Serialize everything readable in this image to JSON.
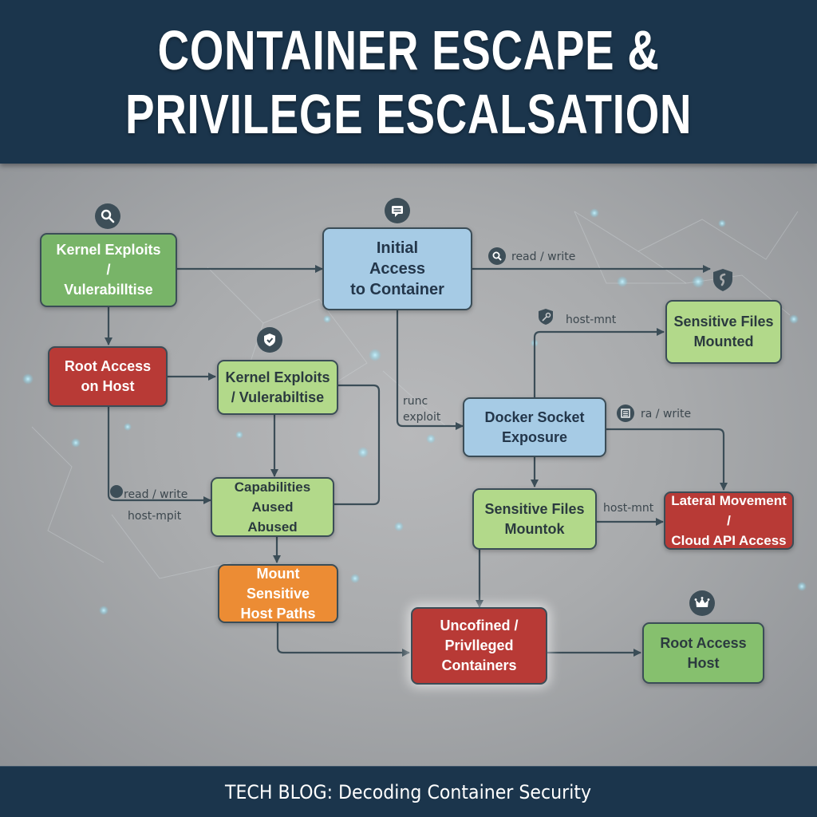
{
  "header": {
    "title_line1": "CONTAINER ESCAPE &",
    "title_line2": "PRIVILEGE ESCALSATION"
  },
  "footer": {
    "text": "TECH BLOG: Decoding Container Security"
  },
  "colors": {
    "banner": "#1b354c",
    "node_green": "#78b468",
    "node_green_light": "#b2d98a",
    "node_blue": "#a6cbe5",
    "node_red": "#b83a36",
    "node_orange": "#ec8c34",
    "connector": "#3b4d57",
    "icon_badge": "#3d4e58"
  },
  "nodes": {
    "kernel_exploits_top": {
      "label": "Kernel Exploits\n/\nVulerabilltise",
      "icon": "search-icon"
    },
    "initial_access": {
      "label": "Initial\nAccess\nto Container",
      "icon": "message-icon"
    },
    "sensitive_files_mounted": {
      "label": "Sensitive Files\nMounted",
      "icon": "shield-bolt-icon"
    },
    "root_access_on_host": {
      "label": "Root Access\non Host"
    },
    "kernel_exploits_mid": {
      "label": "Kernel Exploits\n/ Vulerabiltise",
      "icon": "shield-check-icon"
    },
    "docker_socket": {
      "label": "Docker Socket\nExposure"
    },
    "capabilities_abused": {
      "label": "Capabilities Aused\nAbused"
    },
    "sensitive_files_mountok": {
      "label": "Sensitive Files\nMountok"
    },
    "lateral_movement": {
      "label": "Lateral Movement /\nCloud API Access"
    },
    "mount_sensitive_host_paths": {
      "label": "Mount Sensitive\nHost Paths"
    },
    "unconfined_privileged": {
      "label": "Uncofined /\nPrivlleged\nContainers"
    },
    "root_access_host": {
      "label": "Root Access\nHost",
      "icon": "crown-icon"
    }
  },
  "edge_labels": {
    "read_write_top": "read / write",
    "host_mnt_top": "host-mnt",
    "runc_exploit": "runc\nexploit",
    "ra_write": "ra / write",
    "read_write_left": "read / write",
    "host_mpit": "host-mpit",
    "host_mnt_mid": "host-mnt"
  }
}
